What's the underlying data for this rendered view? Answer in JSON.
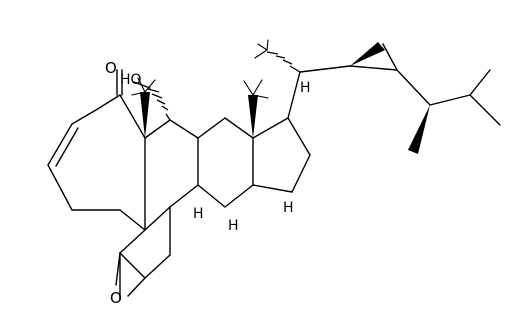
{
  "atoms": {
    "ho_label": "HO",
    "o_ketone": "O",
    "o_epoxide": "O",
    "h": "H"
  }
}
